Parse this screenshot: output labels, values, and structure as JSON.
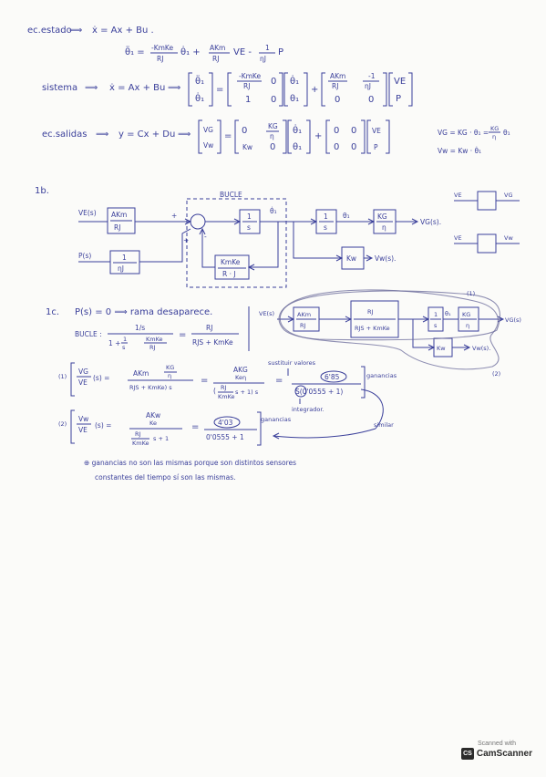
{
  "state": {
    "label": "ec.estado",
    "eq": "ẋ = Ax + Bu .",
    "theta_dot": "θ̈₁ =",
    "t1_num": "-KmKe",
    "t1_den": "RJ",
    "t1_var": "θ̇₁ +",
    "t2_num": "AKm",
    "t2_den": "RJ",
    "t2_var": "VE -",
    "t3_num": "1",
    "t3_den": "ηJ",
    "t3_var": "P"
  },
  "system": {
    "label": "sistema",
    "eq": "ẋ = Ax + Bu",
    "lhs1": "θ̈₁",
    "lhs2": "θ̇₁",
    "a11_num": "-KmKe",
    "a11_den": "RJ",
    "a12": "0",
    "a21": "1",
    "a22": "0",
    "x1": "θ̇₁",
    "x2": "θ₁",
    "b11_num": "AKm",
    "b11_den": "RJ",
    "b12_num": "-1",
    "b12_den": "ηJ",
    "b21": "0",
    "b22": "0",
    "u1": "VE",
    "u2": "P"
  },
  "outputs": {
    "label": "ec.salidas",
    "eq": "y = Cx + Du",
    "y1": "VG",
    "y2": "Vw",
    "c11": "0",
    "c12_num": "KG",
    "c12_den": "η",
    "c21": "Kw",
    "c22": "0",
    "x1": "θ̇₁",
    "x2": "θ₁",
    "d11": "0",
    "d12": "0",
    "d21": "0",
    "d22": "0",
    "u1": "VE",
    "u2": "P",
    "side1": "VG = KG · θ₁ =",
    "side1_num": "KG",
    "side1_den": "η",
    "side1_var": "θ₁",
    "side2": "Vw = Kw · θ̇₁"
  },
  "section_1b": {
    "label": "1b.",
    "bucle": "BUCLE",
    "ve": "VE(s)",
    "ps": "P(s)",
    "b1_num": "AKm",
    "b1_den": "RJ",
    "b2_num": "1",
    "b2_den": "ηJ",
    "b3_num": "1",
    "b3_den": "s",
    "b4_num": "1",
    "b4_den": "s",
    "b5_num": "KG",
    "b5_den": "η",
    "b6_num": "KmKe",
    "b6_den": "R · J",
    "kw": "Kw",
    "theta_dot": "θ̇₁",
    "theta": "θ₁",
    "plus1": "+",
    "plus2": "+",
    "minus": "-",
    "out_vg": "VG(s).",
    "out_vw": "Vw(s).",
    "r1_in": "VE",
    "r1_out": "VG",
    "r2_in": "VE",
    "r2_out": "Vw"
  },
  "section_1c": {
    "label": "1c.",
    "line1": "P(s) = 0 ⟹ rama desaparece.",
    "bucle": "BUCLE :",
    "bucle_num": "1/s",
    "bucle_den": "1 + ",
    "bucle_den_f1_num": "1",
    "bucle_den_f1_den": "s",
    "bucle_den_f2_num": "KmKe",
    "bucle_den_f2_den": "RJ",
    "eq": "=",
    "res_num": "RJ",
    "res_den": "RJS + KmKe",
    "ve": "VE(s)",
    "d_b1_num": "AKm",
    "d_b1_den": "RJ",
    "d_b2_num": "RJ",
    "d_b2_den": "RJS + KmKe",
    "d_b3_num": "1",
    "d_b3_den": "s",
    "d_b4_num": "KG",
    "d_b4_den": "η",
    "d_theta": "θ₁",
    "d_kw": "Kw",
    "d_out_vg": "VG(s)",
    "d_out_vw": "Vw(s).",
    "tag1": "(1)",
    "tag2": "(2)"
  },
  "tf1": {
    "tag": "(1)",
    "lhs_num": "VG",
    "lhs_den": "VE",
    "lhs_arg": "(s) =",
    "m_num_a": "AKm",
    "m_num_b_num": "KG",
    "m_num_b_den": "η",
    "m_den": "RJS + KmKe) s",
    "r_num": "AKG",
    "r_den_num": "Keη",
    "r_den_par": "(",
    "r_den_frac_num": "RJ",
    "r_den_frac_den": "KmKe",
    "r_den_tail": "s + 1) s",
    "note_top": "sustituir valores",
    "v_num": "6'85",
    "v_den": "S(0'0555 + 1)",
    "note_side": "ganancias",
    "note_bottom": "integrador."
  },
  "tf2": {
    "tag": "(2)",
    "lhs_num": "Vw",
    "lhs_den": "VE",
    "lhs_arg": "(s) =",
    "r_num": "AKw",
    "r_den_num": "Ke",
    "r_den_frac_num": "RJ",
    "r_den_frac_den": "KmKe",
    "r_den_tail": "s + 1",
    "v_num": "4'03",
    "v_den": "0'0555 + 1",
    "note_side": "ganancias",
    "note_similar": "similar"
  },
  "note": {
    "line1": "⊕ ganancias no son las mismas porque son distintos sensores",
    "line2": "constantes del tiempo sí son las mismas."
  },
  "scanner": {
    "top": "Scanned with",
    "icon": "CS",
    "name": "CamScanner"
  }
}
